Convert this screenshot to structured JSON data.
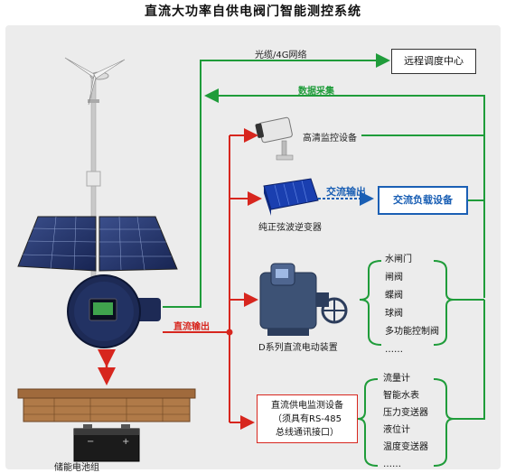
{
  "title": "直流大功率自供电阀门智能测控系统",
  "links": {
    "fiber": "光缆/4G网络",
    "data_collect": "数据采集",
    "dc_output": "直流输出",
    "ac_output": "交流输出"
  },
  "boxes": {
    "dispatch": "远程调度中心",
    "ac_load": "交流负载设备",
    "monitor": [
      "直流供电监测设备",
      "（须具有RS-485",
      "总线通讯接口）"
    ]
  },
  "devices": {
    "camera": "高清监控设备",
    "inverter": "纯正弦波逆变器",
    "actuator": "D系列直流电动装置",
    "battery": "储能电池组"
  },
  "valves": [
    "水闸门",
    "闸阀",
    "蝶阀",
    "球阀",
    "多功能控制阀",
    "……"
  ],
  "instruments": [
    "流量计",
    "智能水表",
    "压力变送器",
    "液位计",
    "温度变送器",
    "……"
  ],
  "colors": {
    "green": "#1f9c3a",
    "red": "#d7261e",
    "blue": "#1a5fb4"
  }
}
